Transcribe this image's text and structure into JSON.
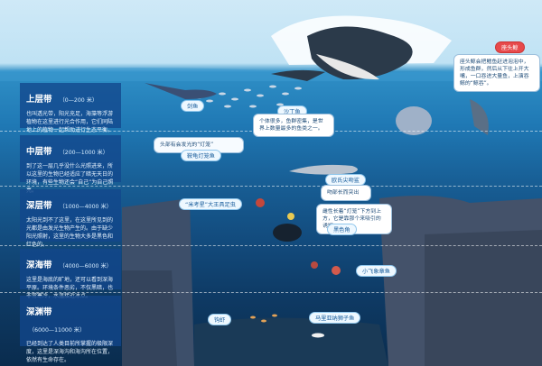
{
  "zones": [
    {
      "title": "上层带",
      "range": "（0—200 米）",
      "desc": "也叫透光带，阳光充足，海藻等浮游植物在这里进行光合作用，它们同陆地上的植物一起帮助进行生态平衡。"
    },
    {
      "title": "中层带",
      "range": "（200—1000 米）",
      "desc": "到了这一层几乎没什么光照进来，所以这里的生物已经适应了暗无天日的环境，有些生物还会“自己”为自己照亮。"
    },
    {
      "title": "深层带",
      "range": "（1000—4000 米）",
      "desc": "太阳光到不了这里，在这里所见到的光都是由发光生物产生的。由于缺少阳光照射，这里的生物大多是黑色和红色的。"
    },
    {
      "title": "深海带",
      "range": "（4000—6000 米）",
      "desc": "这里是海底的旷地，还可以看到深海平原。环境条件恶劣，不仅黑暗，也非常寒冷，水温接近冰点。"
    },
    {
      "title": "深渊带",
      "range": "（6000—11000 米）",
      "desc": "已经到达了人类目前所掌握的极限深度，这里是深海沟和海沟所在位置，依然有生命存在。"
    }
  ],
  "labels": {
    "whale": "座头鲸",
    "swordfish": "剑鱼",
    "sardine": "沙丁鱼",
    "sardine_callout": "个体很多，鱼群密集，是世界上数量最多的鱼类之一。",
    "whale_callout": "座头鲸会把鳍鱼赶进泡泡中，形成鱼群，然后从下往上开大嘴，一口吞进大量鱼，上演吞鲸的“鲸吞”。",
    "lanternfish": "鞍龟灯笼鱼",
    "lanternfish_callout": "头部有会发光的“灯笼”",
    "goblin_shark": "欧氏尖吻鲨",
    "goblin_callout": "吻部长而突出",
    "jellyfish": "“米考星”大王具足虫",
    "anglerfish": "黑色角",
    "angler_callout": "雌性长着“灯笼”下方到上方，它是靠那个来吸引的诱饵",
    "dumbo": "小飞象章鱼",
    "shrimp": "钩虾",
    "snailfish": "马里亚纳狮子鱼"
  },
  "colors": {
    "surface": "#cfe9f7",
    "deep": "#0a2c4e",
    "panel": "#12468c",
    "label_bg": "#eef8ff",
    "label_text": "#1a5d9c"
  }
}
